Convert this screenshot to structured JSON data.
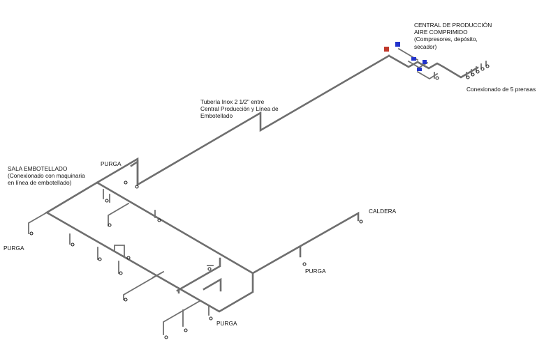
{
  "labels": {
    "central": [
      "CENTRAL DE PRODUCCIÓN",
      "AIRE COMPRIMIDO",
      "(Compresores, depósito,",
      "secador)"
    ],
    "prensas": "Conexionado de 5 prensas",
    "tuberia": [
      "Tubería Inox 2 1/2\" entre",
      "Central Producción y Línea de",
      "Embotellado"
    ],
    "sala": [
      "SALA EMBOTELLADO",
      "(Conexionado con maquinaria",
      "en línea de embotellado)"
    ],
    "purga_top": "PURGA",
    "purga_left": "PURGA",
    "purga_right": "PURGA",
    "purga_bottom": "PURGA",
    "caldera": "CALDERA"
  },
  "colors": {
    "pipe": "#6e6e6e",
    "equipment_blue": "#2233cc",
    "equipment_red": "#c0392b"
  }
}
